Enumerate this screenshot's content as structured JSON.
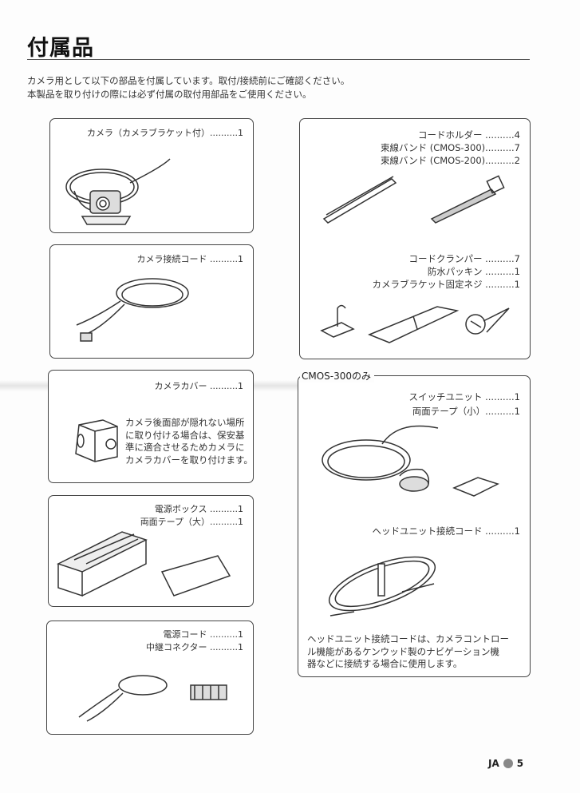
{
  "title": "付属品",
  "intro": [
    "カメラ用として以下の部品を付属しています。取付/接続前にご確認ください。",
    "本製品を取り付けの際には必ず付属の取付用部品をご使用ください。"
  ],
  "boxes": {
    "camera": {
      "items": [
        "カメラ（カメラブラケット付）..........1"
      ]
    },
    "camera_cord": {
      "items": [
        "カメラ接続コード ..........1"
      ]
    },
    "cover": {
      "items": [
        "カメラカバー ..........1"
      ],
      "note": [
        "カメラ後面部が隠れない場所",
        "に取り付ける場合は、保安基",
        "準に適合させるためカメラに",
        "カメラカバーを取り付けます。"
      ]
    },
    "power_box": {
      "items": [
        "電源ボックス ..........1",
        "両面テープ（大）..........1"
      ]
    },
    "power_cord": {
      "items": [
        "電源コード ..........1",
        "中継コネクター ..........1"
      ]
    },
    "holders": {
      "items": [
        "コードホルダー ..........4",
        "束線バンド (CMOS-300)..........7",
        "束線バンド (CMOS-200)..........2"
      ],
      "items2": [
        "コードクランパー ..........7",
        "防水パッキン ..........1",
        "カメラブラケット固定ネジ ..........1"
      ]
    },
    "cmos300": {
      "legend": "CMOS-300のみ",
      "items": [
        "スイッチユニット ..........1",
        "両面テープ（小）..........1"
      ],
      "items2": [
        "ヘッドユニット接続コード ..........1"
      ],
      "note": [
        "ヘッドユニット接続コードは、カメラコントロー",
        "ル機能があるケンウッド製のナビゲーション機",
        "器などに接続する場合に使用します。"
      ]
    }
  },
  "footer": {
    "lang": "JA",
    "page": "5"
  }
}
